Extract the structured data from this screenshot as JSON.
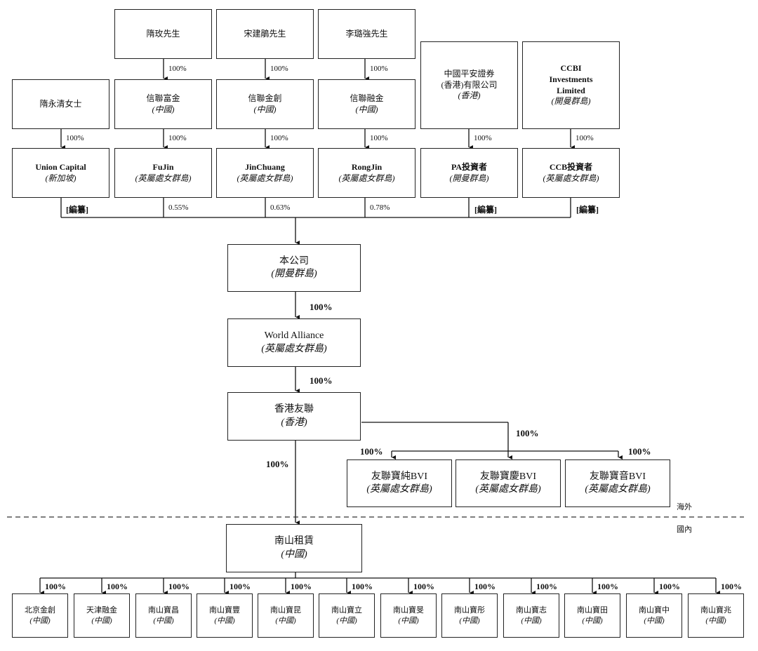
{
  "top_owners": {
    "sui_mr": "隋玫先生",
    "song_mr": "宋建鵑先生",
    "li_mr": "李璐強先生",
    "sui_ms": "隋永清女士",
    "pa_parent": {
      "name": "中國平安證券\n(香港)有限公司",
      "jur": "(香港)"
    },
    "ccbi_parent": {
      "name": "CCBI\nInvestments\nLimited",
      "jur": "(開曼群島)"
    }
  },
  "mid_entities": {
    "xinlian_fujin": {
      "name": "信聯富金",
      "jur": "(中國)"
    },
    "xinlian_jinchuang": {
      "name": "信聯金創",
      "jur": "(中國)"
    },
    "xinlian_rongjin": {
      "name": "信聯融金",
      "jur": "(中國)"
    }
  },
  "holders": [
    {
      "name": "Union Capital",
      "jur": "(新加坡)",
      "pct": "[編纂]"
    },
    {
      "name": "FuJin",
      "jur": "(英屬處女群島)",
      "pct": "0.55%"
    },
    {
      "name": "JinChuang",
      "jur": "(英屬處女群島)",
      "pct": "0.63%"
    },
    {
      "name": "RongJin",
      "jur": "(英屬處女群島)",
      "pct": "0.78%"
    },
    {
      "name": "PA投資者",
      "jur": "(開曼群島)",
      "pct": "[編纂]"
    },
    {
      "name": "CCB投資者",
      "jur": "(英屬處女群島)",
      "pct": "[編纂]"
    }
  ],
  "pct_100": "100%",
  "company": {
    "name": "本公司",
    "jur": "(開曼群島)"
  },
  "world_alliance": {
    "name": "World Alliance",
    "jur": "(英屬處女群島)"
  },
  "hk_youlian": {
    "name": "香港友聯",
    "jur": "(香港)"
  },
  "bvi_subs": [
    {
      "name": "友聯寶純BVI",
      "jur": "(英屬處女群島)"
    },
    {
      "name": "友聯寶慶BVI",
      "jur": "(英屬處女群島)"
    },
    {
      "name": "友聯寶音BVI",
      "jur": "(英屬處女群島)"
    }
  ],
  "zones": {
    "overseas": "海外",
    "domestic": "國內"
  },
  "nanshan": {
    "name": "南山租賃",
    "jur": "(中國)"
  },
  "prc_subs": [
    {
      "name": "北京金創",
      "jur": "(中國)"
    },
    {
      "name": "天津融金",
      "jur": "(中國)"
    },
    {
      "name": "南山寶昌",
      "jur": "(中國)"
    },
    {
      "name": "南山寶豐",
      "jur": "(中國)"
    },
    {
      "name": "南山寶昆",
      "jur": "(中國)"
    },
    {
      "name": "南山寶立",
      "jur": "(中國)"
    },
    {
      "name": "南山寶旻",
      "jur": "(中國)"
    },
    {
      "name": "南山寶彤",
      "jur": "(中國)"
    },
    {
      "name": "南山寶志",
      "jur": "(中國)"
    },
    {
      "name": "南山寶田",
      "jur": "(中國)"
    },
    {
      "name": "南山寶中",
      "jur": "(中國)"
    },
    {
      "name": "南山寶兆",
      "jur": "(中國)"
    }
  ]
}
